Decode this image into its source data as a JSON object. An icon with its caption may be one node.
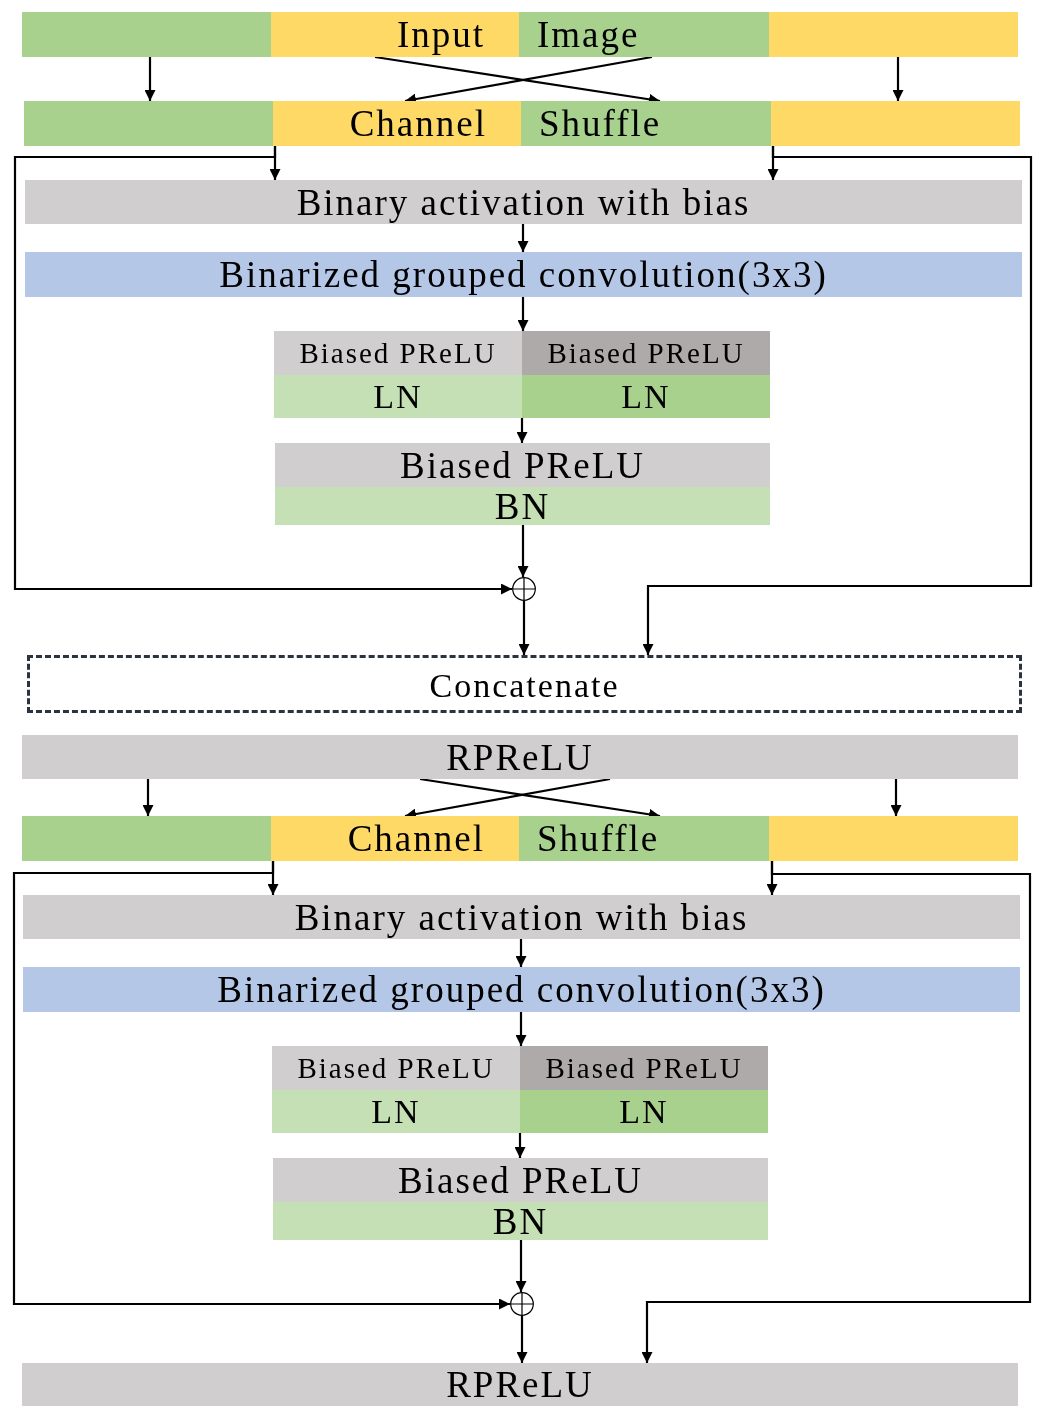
{
  "diagram": {
    "nodes": [
      {
        "text": [],
        "shape": "box"
      },
      {
        "text": [
          "Input"
        ]
      },
      {
        "text": [
          "Image"
        ]
      },
      {
        "text": [],
        "shape": "box"
      },
      {
        "text": [],
        "shape": "box"
      },
      {
        "text": [
          "Channel"
        ]
      },
      {
        "text": [
          "Shuffle"
        ]
      },
      {
        "text": [],
        "shape": "box"
      },
      {
        "text": [
          "Binary activation with bias"
        ]
      },
      {
        "text": [
          "Binarized grouped convolution(3x3)"
        ]
      },
      {
        "text": [
          "Biased PReLU"
        ]
      },
      {
        "text": [
          "Biased PReLU"
        ]
      },
      {
        "text": [
          "LN"
        ]
      },
      {
        "text": [
          "LN"
        ]
      },
      {
        "text": [
          "Biased PReLU"
        ]
      },
      {
        "text": [
          "BN"
        ]
      },
      {
        "text": [],
        "shape": "circle"
      },
      {
        "text": [
          "Concatenate"
        ]
      },
      {
        "text": [
          "RPReLU"
        ]
      },
      {
        "text": [],
        "shape": "box"
      },
      {
        "text": [
          "Channel"
        ]
      },
      {
        "text": [
          "Shuffle"
        ]
      },
      {
        "text": [],
        "shape": "box"
      },
      {
        "text": [
          "Binary activation with bias"
        ]
      },
      {
        "text": [
          "Binarized grouped convolution(3x3)"
        ]
      },
      {
        "text": [
          "Biased PReLU"
        ]
      },
      {
        "text": [
          "Biased PReLU"
        ]
      },
      {
        "text": [
          "LN"
        ]
      },
      {
        "text": [
          "LN"
        ]
      },
      {
        "text": [
          "Biased PReLU"
        ]
      },
      {
        "text": [
          "BN"
        ]
      },
      {
        "text": [],
        "shape": "circle"
      },
      {
        "text": [
          "RPReLU"
        ]
      }
    ],
    "edges": [
      {
        "from": 0,
        "to": 4,
        "arrow": "to"
      },
      {
        "from": 3,
        "to": 7,
        "arrow": "to"
      },
      {
        "from": 1,
        "to": 6,
        "arrow": "to"
      },
      {
        "from": 2,
        "to": 5,
        "arrow": "to"
      },
      {
        "from": 5,
        "to": 8,
        "arrow": "to"
      },
      {
        "from": 6,
        "to": 8,
        "arrow": "to"
      },
      {
        "from": 5,
        "to": 16,
        "arrow": "to"
      },
      {
        "from": 6,
        "to": 17,
        "arrow": "to"
      },
      {
        "from": 8,
        "to": 9,
        "arrow": "to"
      },
      {
        "from": 9,
        "to": 10,
        "arrow": "to"
      },
      {
        "from": 12,
        "to": 14,
        "arrow": "to"
      },
      {
        "from": 15,
        "to": 16,
        "arrow": "to"
      },
      {
        "from": 16,
        "to": 17,
        "arrow": "to"
      },
      {
        "from": 18,
        "to": 19,
        "arrow": "to"
      },
      {
        "from": 18,
        "to": 22,
        "arrow": "to"
      },
      {
        "from": 18,
        "to": 21,
        "arrow": "to"
      },
      {
        "from": 18,
        "to": 20,
        "arrow": "to"
      },
      {
        "from": 20,
        "to": 23,
        "arrow": "to"
      },
      {
        "from": 21,
        "to": 23,
        "arrow": "to"
      },
      {
        "from": 20,
        "to": 31,
        "arrow": "to"
      },
      {
        "from": 21,
        "to": 32,
        "arrow": "to"
      },
      {
        "from": 23,
        "to": 24,
        "arrow": "to"
      },
      {
        "from": 24,
        "to": 25,
        "arrow": "to"
      },
      {
        "from": 27,
        "to": 29,
        "arrow": "to"
      },
      {
        "from": 30,
        "to": 31,
        "arrow": "to"
      },
      {
        "from": 31,
        "to": 32,
        "arrow": "to"
      }
    ]
  }
}
